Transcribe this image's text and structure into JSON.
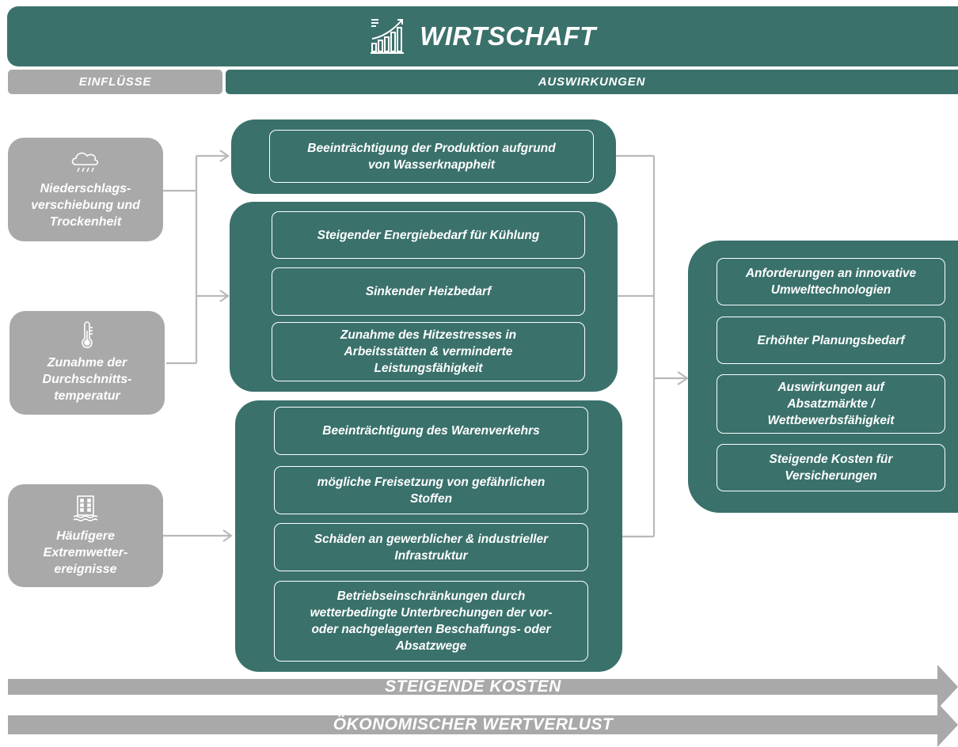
{
  "colors": {
    "teal": "#3a716b",
    "grey": "#a9a9a9",
    "connector": "#b9b9b9",
    "white": "#ffffff"
  },
  "header": {
    "title": "WIRTSCHAFT",
    "icon": "growth-chart-icon"
  },
  "subheaders": {
    "left": "EINFLÜSSE",
    "right": "AUSWIRKUNGEN"
  },
  "influences": [
    {
      "icon": "rain-cloud-icon",
      "label": "Niederschlags-\nverschiebung und\nTrockenheit"
    },
    {
      "icon": "thermometer-icon",
      "label": "Zunahme der\nDurchschnitts-\ntemperatur"
    },
    {
      "icon": "flooded-building-icon",
      "label": "Häufigere\nExtremwetter-\nereignisse"
    }
  ],
  "groups": [
    {
      "items": [
        "Beeinträchtigung der Produktion aufgrund\nvon Wasserknappheit"
      ]
    },
    {
      "items": [
        "Steigender Energiebedarf für Kühlung",
        "Sinkender Heizbedarf",
        "Zunahme des Hitzestresses in\nArbeitsstätten & verminderte\nLeistungsfähigkeit"
      ]
    },
    {
      "items": [
        "Beeinträchtigung des Warenverkehrs",
        "mögliche Freisetzung von gefährlichen\nStoffen",
        "Schäden an gewerblicher & industrieller\nInfrastruktur",
        "Betriebseinschränkungen durch\nwetterbedingte Unterbrechungen der vor-\noder nachgelagerten Beschaffungs- oder\nAbsatzwege"
      ]
    }
  ],
  "outcomes": [
    "Anforderungen an innovative\nUmwelttechnologien",
    "Erhöhter Planungsbedarf",
    "Auswirkungen auf\nAbsatzmärkte /\nWettbewerbsfähigkeit",
    "Steigende Kosten für\nVersicherungen"
  ],
  "bottom_arrows": [
    "STEIGENDE KOSTEN",
    "ÖKONOMISCHER WERTVERLUST"
  ]
}
